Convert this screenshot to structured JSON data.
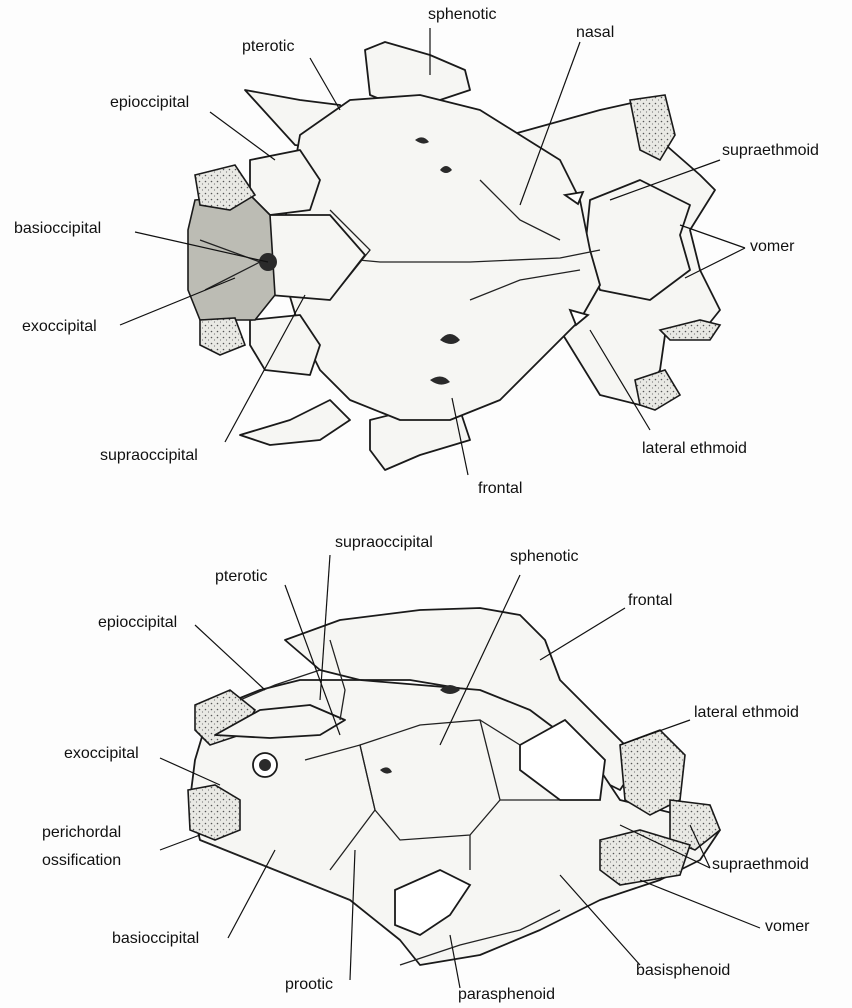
{
  "top_view": {
    "labels": {
      "sphenotic": "sphenotic",
      "pterotic": "pterotic",
      "nasal": "nasal",
      "epioccipital": "epioccipital",
      "supraethmoid": "supraethmoid",
      "basioccipital": "basioccipital",
      "vomer": "vomer",
      "exoccipital": "exoccipital",
      "supraoccipital": "supraoccipital",
      "lateral_ethmoid": "lateral ethmoid",
      "frontal": "frontal"
    }
  },
  "bottom_view": {
    "labels": {
      "supraoccipital": "supraoccipital",
      "sphenotic": "sphenotic",
      "pterotic": "pterotic",
      "frontal": "frontal",
      "epioccipital": "epioccipital",
      "lateral_ethmoid": "lateral ethmoid",
      "exoccipital": "exoccipital",
      "perichordal_line1": "perichordal",
      "perichordal_line2": "ossification",
      "supraethmoid": "supraethmoid",
      "vomer": "vomer",
      "basioccipital": "basioccipital",
      "basisphenoid": "basisphenoid",
      "prootic": "prootic",
      "parasphenoid": "parasphenoid"
    }
  }
}
